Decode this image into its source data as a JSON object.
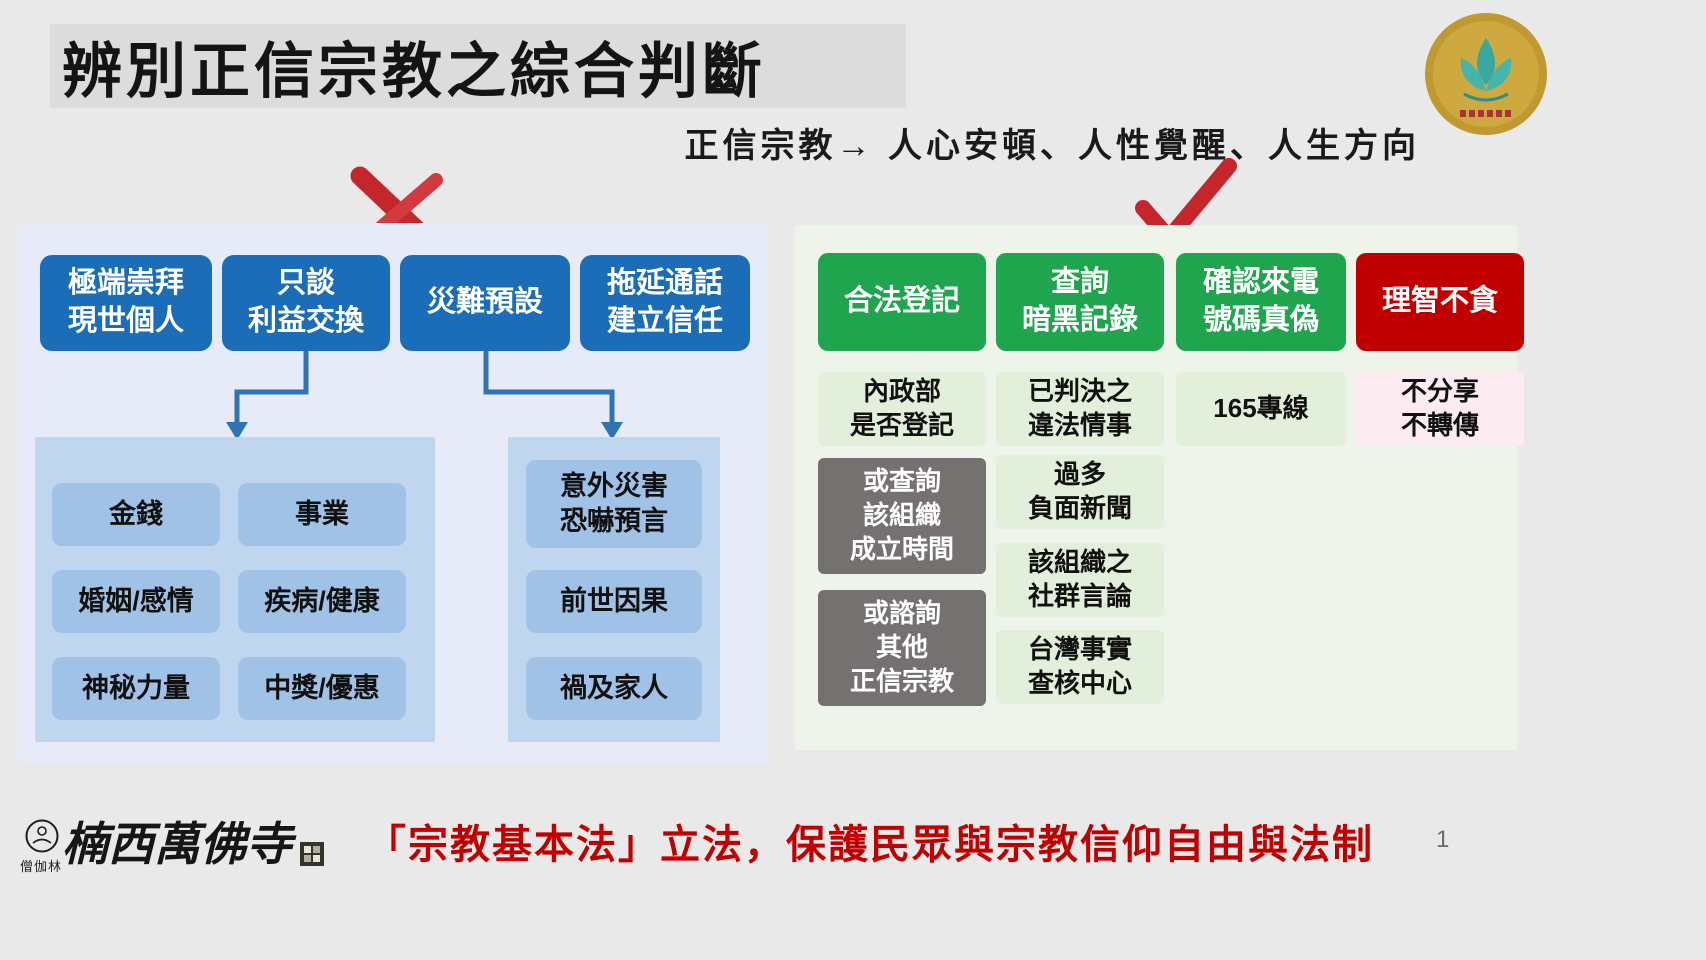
{
  "slide": {
    "title": "辨別正信宗教之綜合判斷",
    "subtitle": "正信宗教→ 人心安頓、人性覺醒、人生方向",
    "page_number": "1"
  },
  "icons": {
    "cross_mark": "✗",
    "check_mark": "✔",
    "organization_logo": "gold-circle-lotus-emblem",
    "temple_logo": "circle-lotus-outline",
    "temple_seal": "dark-square-stamp"
  },
  "left_panel": {
    "headers": [
      "極端崇拜\n現世個人",
      "只談\n利益交換",
      "災難預設",
      "拖延通話\n建立信任"
    ],
    "benefit_items": [
      "金錢",
      "事業",
      "婚姻/感情",
      "疾病/健康",
      "神秘力量",
      "中獎/優惠"
    ],
    "disaster_items": [
      "意外災害\n恐嚇預言",
      "前世因果",
      "禍及家人"
    ]
  },
  "right_panel": {
    "headers": [
      {
        "label": "合法登記",
        "type": "green"
      },
      {
        "label": "查詢\n暗黑記錄",
        "type": "green"
      },
      {
        "label": "確認來電\n號碼真偽",
        "type": "green"
      },
      {
        "label": "理智不貪",
        "type": "red"
      }
    ],
    "col1": [
      "內政部\n是否登記",
      "或查詢\n該組織\n成立時間",
      "或諮詢\n其他\n正信宗教"
    ],
    "col2": [
      "已判決之\n違法情事",
      "過多\n負面新聞",
      "該組織之\n社群言論",
      "台灣事實\n查核中心"
    ],
    "col3": [
      "165專線"
    ],
    "col4": [
      "不分享\n不轉傳"
    ]
  },
  "footer": {
    "temple_name": "楠西萬佛寺",
    "seal_text": "僧伽林",
    "banner": "「宗教基本法」立法，保護民眾與宗教信仰自由與法制"
  },
  "colors": {
    "page_background": "#e9e9e9",
    "title_band": "#dcdcdc",
    "blue_header": "#1b6db8",
    "blue_cell": "#a0c2e7",
    "left_panel_bg": "#e7ebf8",
    "left_container_bg": "#c0d5ee",
    "green_header": "#1fa54e",
    "light_green_cell": "#e2efda",
    "red_box": "#c00000",
    "gray_cell": "#767171",
    "pink_cell": "#fdebf2",
    "right_panel_bg": "#eef4ea",
    "arrow_blue": "#2e74b5",
    "mark_red": "#c5262c",
    "banner_red": "#c00000"
  }
}
